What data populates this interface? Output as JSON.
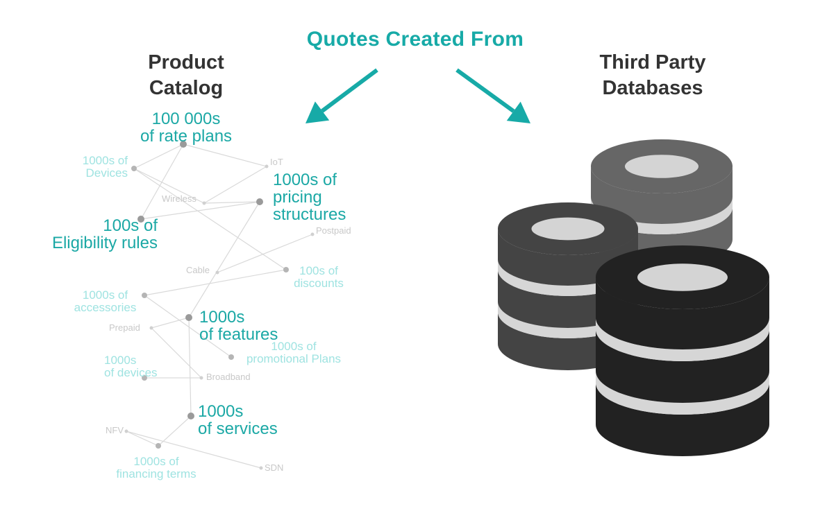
{
  "title": "Quotes Created From",
  "left_heading": [
    "Product",
    "Catalog"
  ],
  "right_heading": [
    "Third Party",
    "Databases"
  ],
  "colors": {
    "accent": "#17aaa7",
    "strong_label": "#1ba8a5",
    "light_label": "#9fe3e1",
    "faint_label": "#c8c8c8",
    "heading": "#333333",
    "db_back": "#666666",
    "db_mid": "#444444",
    "db_front": "#222222"
  },
  "catalog_nodes": [
    {
      "id": "rate-plans",
      "lines": [
        "100 000s",
        "of rate plans"
      ],
      "level": "strong"
    },
    {
      "id": "devices-top",
      "lines": [
        "1000s of",
        "Devices"
      ],
      "level": "light"
    },
    {
      "id": "iot",
      "lines": [
        "IoT"
      ],
      "level": "faint"
    },
    {
      "id": "wireless",
      "lines": [
        "Wireless"
      ],
      "level": "faint"
    },
    {
      "id": "pricing-structures",
      "lines": [
        "1000s of",
        "pricing",
        "structures"
      ],
      "level": "strong"
    },
    {
      "id": "eligibility-rules",
      "lines": [
        "100s of",
        "Eligibility rules"
      ],
      "level": "strong"
    },
    {
      "id": "postpaid",
      "lines": [
        "Postpaid"
      ],
      "level": "faint"
    },
    {
      "id": "cable",
      "lines": [
        "Cable"
      ],
      "level": "faint"
    },
    {
      "id": "discounts",
      "lines": [
        "100s of",
        "discounts"
      ],
      "level": "light"
    },
    {
      "id": "accessories",
      "lines": [
        "1000s of",
        "accessories"
      ],
      "level": "light"
    },
    {
      "id": "features",
      "lines": [
        "1000s",
        "of features"
      ],
      "level": "strong"
    },
    {
      "id": "prepaid",
      "lines": [
        "Prepaid"
      ],
      "level": "faint"
    },
    {
      "id": "promotional-plans",
      "lines": [
        "1000s of",
        "promotional Plans"
      ],
      "level": "light"
    },
    {
      "id": "devices-bottom",
      "lines": [
        "1000s",
        "of devices"
      ],
      "level": "light"
    },
    {
      "id": "broadband",
      "lines": [
        "Broadband"
      ],
      "level": "faint"
    },
    {
      "id": "services",
      "lines": [
        "1000s",
        "of services"
      ],
      "level": "strong"
    },
    {
      "id": "nfv",
      "lines": [
        "NFV"
      ],
      "level": "faint"
    },
    {
      "id": "financing-terms",
      "lines": [
        "1000s of",
        "financing terms"
      ],
      "level": "light"
    },
    {
      "id": "sdn",
      "lines": [
        "SDN"
      ],
      "level": "faint"
    }
  ],
  "catalog_edges": [
    [
      "rate-plans",
      "devices-top"
    ],
    [
      "rate-plans",
      "iot"
    ],
    [
      "rate-plans",
      "eligibility-rules"
    ],
    [
      "devices-top",
      "wireless"
    ],
    [
      "devices-top",
      "discounts"
    ],
    [
      "iot",
      "wireless"
    ],
    [
      "wireless",
      "pricing-structures"
    ],
    [
      "eligibility-rules",
      "pricing-structures"
    ],
    [
      "pricing-structures",
      "features"
    ],
    [
      "cable",
      "postpaid"
    ],
    [
      "accessories",
      "discounts"
    ],
    [
      "accessories",
      "promotional-plans"
    ],
    [
      "features",
      "services"
    ],
    [
      "features",
      "prepaid"
    ],
    [
      "prepaid",
      "broadband"
    ],
    [
      "services",
      "financing-terms"
    ],
    [
      "nfv",
      "financing-terms"
    ],
    [
      "nfv",
      "sdn"
    ],
    [
      "devices-bottom",
      "broadband"
    ]
  ],
  "flow_arrows": [
    {
      "from": "title",
      "to": "product-catalog"
    },
    {
      "from": "title",
      "to": "third-party-databases"
    }
  ],
  "databases": [
    {
      "id": "db-back",
      "tone": "back"
    },
    {
      "id": "db-left",
      "tone": "mid"
    },
    {
      "id": "db-front",
      "tone": "front"
    }
  ]
}
